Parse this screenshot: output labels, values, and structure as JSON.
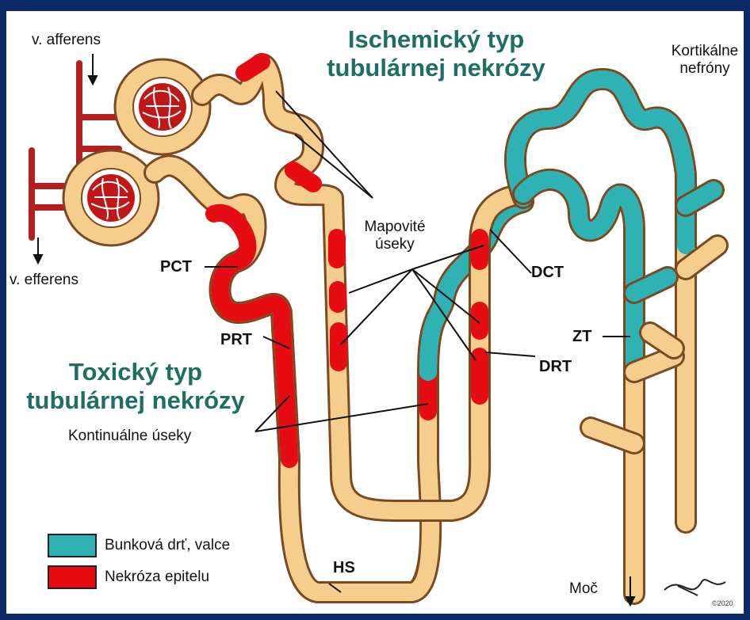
{
  "titles": {
    "ischemic_line1": "Ischemický typ",
    "ischemic_line2": "tubulárnej nekrózy",
    "toxic_line1": "Toxický typ",
    "toxic_line2": "tubulárnej nekrózy"
  },
  "labels": {
    "afferens": "v. afferens",
    "efferens": "v. efferens",
    "kortikalne_line1": "Kortikálne",
    "kortikalne_line2": "nefróny",
    "mapovite_line1": "Mapovité",
    "mapovite_line2": "úseky",
    "kontinualne": "Kontinuálne úseky",
    "pct": "PCT",
    "prt": "PRT",
    "dct": "DCT",
    "drt": "DRT",
    "zt": "ZT",
    "hs": "HS",
    "moc": "Moč",
    "copyright": "©2020"
  },
  "legend": [
    {
      "label": "Bunková drť, valce",
      "color": "#2fb2b4"
    },
    {
      "label": "Nekróza epitelu",
      "color": "#e60c14"
    }
  ],
  "colors": {
    "tubule": "#f5cd8c",
    "necrosis": "#e60c14",
    "casts": "#2fb2b4",
    "vessel": "#b41e1e",
    "frame": "#0b2a66",
    "title": "#1f6e64"
  }
}
